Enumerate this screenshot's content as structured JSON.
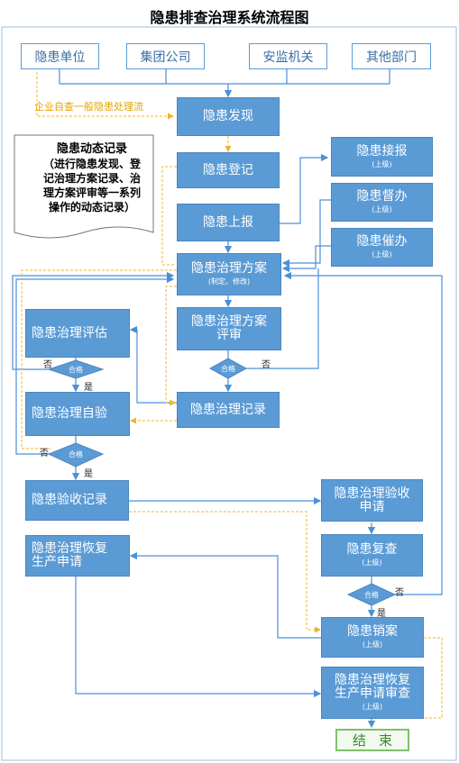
{
  "title": "隐患排查治理系统流程图",
  "sources": [
    "隐患单位",
    "集团公司",
    "安监机关",
    "其他部门"
  ],
  "note": "企业自查一般隐患处理流",
  "dynamic_record": {
    "heading": "隐患动态记录",
    "lines": [
      "（进行隐患发现、登",
      "记治理方案记录、治",
      "理方案评审等一系列",
      "操作的动态记录）"
    ]
  },
  "steps": {
    "discover": "隐患发现",
    "register": "隐患登记",
    "report": "隐患上报",
    "receive": "隐患接报",
    "supervise": "隐患督办",
    "urge": "隐患催办",
    "plan": "隐患治理方案",
    "plan_sub": "(制定、修改)",
    "plan_review": [
      "隐患治理方案",
      "评审"
    ],
    "evaluate": "隐患治理评估",
    "treat_record": "隐患治理记录",
    "self_check": "隐患治理自验",
    "accept_record": "隐患验收记录",
    "accept_apply": [
      "隐患治理验收",
      "申请"
    ],
    "recheck": "隐患复查",
    "resume_apply": [
      "隐患治理恢复",
      "生产申请"
    ],
    "close": "隐患销案",
    "resume_review": [
      "隐患治理恢复",
      "生产申请审查"
    ],
    "end": "结束"
  },
  "level_tag": "(上级)",
  "decision_label": "合格",
  "yes_label": "是",
  "no_label": "否",
  "colors": {
    "box": "#5b9bd5",
    "line": "#4a90d9",
    "dashed": "#f0b429",
    "end_border": "#7fbf6a"
  }
}
